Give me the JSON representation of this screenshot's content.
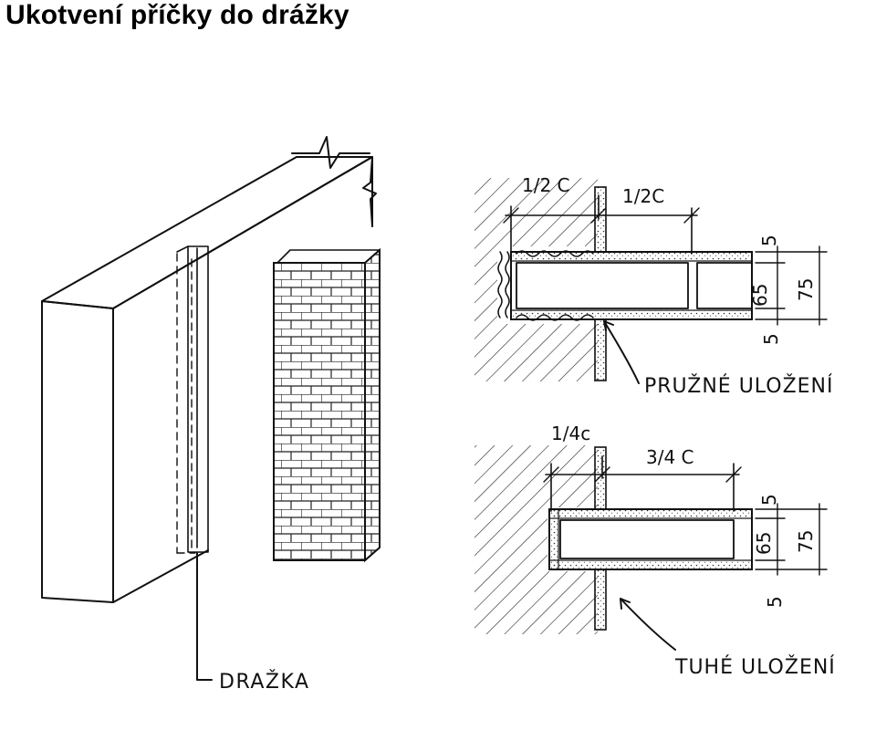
{
  "title": "Ukotvení příčky do drážky",
  "labels": {
    "drazka": "DRAŽKA",
    "pruzne": "PRUŽNÉ ULOŽENÍ",
    "tuhe": "TUHÉ ULOŽENÍ",
    "top_dim_left": "1/2 C",
    "top_dim_right": "1/2C",
    "bottom_dim_left": "1/4c",
    "bottom_dim_right": "3/4 C",
    "dim_5_a": "5",
    "dim_65_a": "65",
    "dim_75_a": "75",
    "dim_5_b": "5",
    "dim_5_c": "5",
    "dim_65_b": "65",
    "dim_75_b": "75",
    "dim_5_d": "5"
  }
}
